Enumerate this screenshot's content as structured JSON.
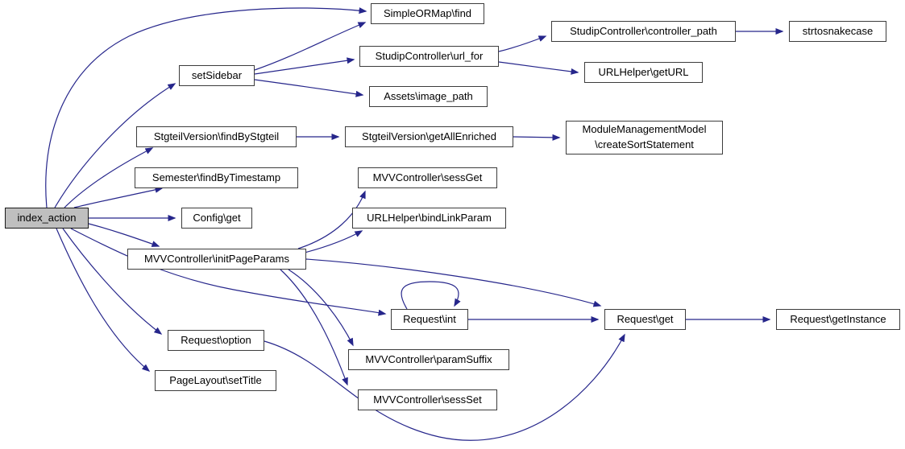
{
  "diagram": {
    "type": "call-graph",
    "nodes": [
      {
        "id": "index_action",
        "label": "index_action",
        "highlighted": true
      },
      {
        "id": "setSidebar",
        "label": "setSidebar",
        "highlighted": false
      },
      {
        "id": "simpleormap_find",
        "label": "SimpleORMap\\find",
        "highlighted": false
      },
      {
        "id": "studip_url_for",
        "label": "StudipController\\url_for",
        "highlighted": false
      },
      {
        "id": "controller_path",
        "label": "StudipController\\controller_path",
        "highlighted": false
      },
      {
        "id": "strtosnakecase",
        "label": "strtosnakecase",
        "highlighted": false
      },
      {
        "id": "urlhelper_geturl",
        "label": "URLHelper\\getURL",
        "highlighted": false
      },
      {
        "id": "assets_image_path",
        "label": "Assets\\image_path",
        "highlighted": false
      },
      {
        "id": "findbystgteil",
        "label": "StgteilVersion\\findByStgteil",
        "highlighted": false
      },
      {
        "id": "getallenriched",
        "label": "StgteilVersion\\getAllEnriched",
        "highlighted": false
      },
      {
        "id": "create_sort",
        "label": "ModuleManagementModel\n\\createSortStatement",
        "highlighted": false
      },
      {
        "id": "semester_findbyts",
        "label": "Semester\\findByTimestamp",
        "highlighted": false
      },
      {
        "id": "sessget",
        "label": "MVVController\\sessGet",
        "highlighted": false
      },
      {
        "id": "config_get",
        "label": "Config\\get",
        "highlighted": false
      },
      {
        "id": "bindlinkparam",
        "label": "URLHelper\\bindLinkParam",
        "highlighted": false
      },
      {
        "id": "initpageparams",
        "label": "MVVController\\initPageParams",
        "highlighted": false
      },
      {
        "id": "request_int",
        "label": "Request\\int",
        "highlighted": false
      },
      {
        "id": "request_get",
        "label": "Request\\get",
        "highlighted": false
      },
      {
        "id": "request_getinstance",
        "label": "Request\\getInstance",
        "highlighted": false
      },
      {
        "id": "request_option",
        "label": "Request\\option",
        "highlighted": false
      },
      {
        "id": "paramsuffix",
        "label": "MVVController\\paramSuffix",
        "highlighted": false
      },
      {
        "id": "pagelayout_settitle",
        "label": "PageLayout\\setTitle",
        "highlighted": false
      },
      {
        "id": "sessset",
        "label": "MVVController\\sessSet",
        "highlighted": false
      }
    ],
    "edges": [
      {
        "from": "index_action",
        "to": "simpleormap_find"
      },
      {
        "from": "index_action",
        "to": "setSidebar"
      },
      {
        "from": "index_action",
        "to": "findbystgteil"
      },
      {
        "from": "index_action",
        "to": "semester_findbyts"
      },
      {
        "from": "index_action",
        "to": "config_get"
      },
      {
        "from": "index_action",
        "to": "initpageparams"
      },
      {
        "from": "index_action",
        "to": "request_int"
      },
      {
        "from": "index_action",
        "to": "request_option"
      },
      {
        "from": "index_action",
        "to": "pagelayout_settitle"
      },
      {
        "from": "setSidebar",
        "to": "simpleormap_find"
      },
      {
        "from": "setSidebar",
        "to": "studip_url_for"
      },
      {
        "from": "setSidebar",
        "to": "assets_image_path"
      },
      {
        "from": "studip_url_for",
        "to": "controller_path"
      },
      {
        "from": "studip_url_for",
        "to": "urlhelper_geturl"
      },
      {
        "from": "controller_path",
        "to": "strtosnakecase"
      },
      {
        "from": "findbystgteil",
        "to": "getallenriched"
      },
      {
        "from": "getallenriched",
        "to": "create_sort"
      },
      {
        "from": "initpageparams",
        "to": "sessget"
      },
      {
        "from": "initpageparams",
        "to": "bindlinkparam"
      },
      {
        "from": "initpageparams",
        "to": "request_get"
      },
      {
        "from": "initpageparams",
        "to": "paramsuffix"
      },
      {
        "from": "initpageparams",
        "to": "sessset"
      },
      {
        "from": "request_int",
        "to": "request_int"
      },
      {
        "from": "request_int",
        "to": "request_get"
      },
      {
        "from": "request_get",
        "to": "request_getinstance"
      },
      {
        "from": "request_option",
        "to": "request_get"
      }
    ],
    "colors": {
      "edge": "#26268b",
      "node_border": "#3c3c3c",
      "node_background": "#ffffff",
      "highlight_background": "#bfbfbf",
      "text": "#000000",
      "background": "#ffffff"
    }
  }
}
